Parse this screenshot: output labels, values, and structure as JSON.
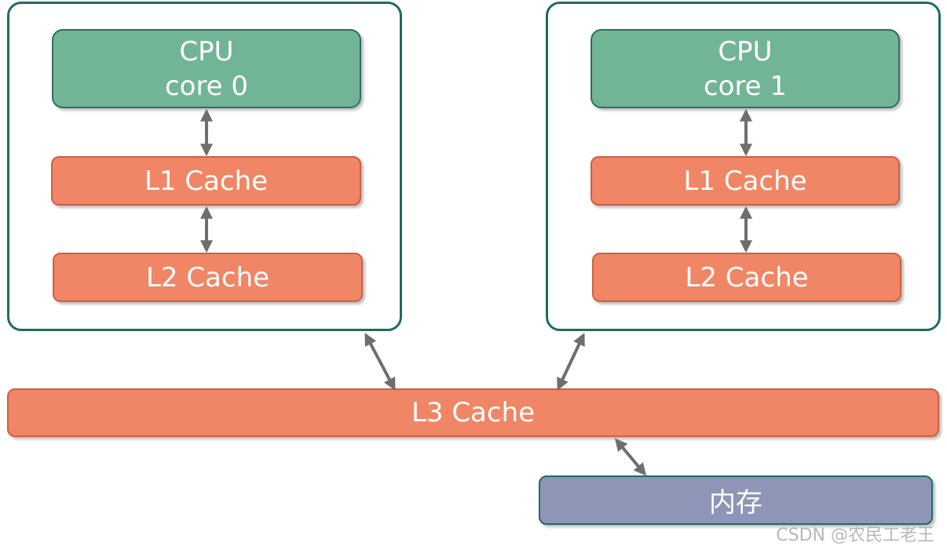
{
  "cores": [
    {
      "cpu_line1": "CPU",
      "cpu_line2": "core 0",
      "l1": "L1 Cache",
      "l2": "L2 Cache"
    },
    {
      "cpu_line1": "CPU",
      "cpu_line2": "core 1",
      "l1": "L1 Cache",
      "l2": "L2 Cache"
    }
  ],
  "l3": "L3 Cache",
  "memory": "内存",
  "watermark": "CSDN @农民工老王",
  "colors": {
    "cpu_fill": "#72b596",
    "cache_fill": "#f08665",
    "memory_fill": "#8f95b6",
    "frame_border": "#1f6b63",
    "arrow": "#6e6e6e"
  }
}
